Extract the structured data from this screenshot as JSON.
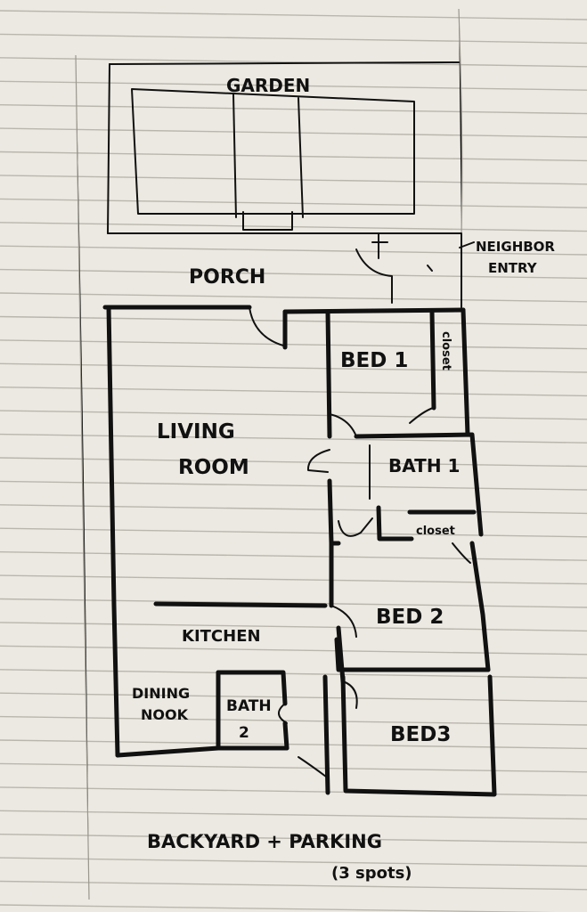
{
  "labels": {
    "garden": "GARDEN",
    "porch": "PORCH",
    "neighbor_line1": "NEIGHBOR",
    "neighbor_line2": "ENTRY",
    "bed1": "BED 1",
    "closet1": "closet",
    "living_line1": "LIVING",
    "living_line2": "ROOM",
    "bath1": "BATH 1",
    "closet2": "closet",
    "bed2": "BED 2",
    "kitchen": "KITCHEN",
    "dining_line1": "DINING",
    "dining_line2": "NOOK",
    "bath2_line1": "BATH",
    "bath2_line2": "2",
    "bed3": "BED3",
    "backyard": "BACKYARD + PARKING",
    "spots": "(3 spots)"
  },
  "colors": {
    "paper": "#ece9e2",
    "ink": "#111111",
    "ruled_line": "#b9b6ae"
  }
}
